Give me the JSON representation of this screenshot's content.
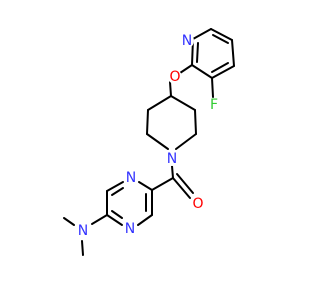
{
  "molecule": {
    "atoms": [
      {
        "symbol": "N",
        "color": "#3333ff"
      },
      {
        "symbol": "O",
        "color": "#ff0000"
      },
      {
        "symbol": "F",
        "color": "#33cc33"
      },
      {
        "symbol": "N",
        "color": "#3333ff"
      },
      {
        "symbol": "O",
        "color": "#ff0000"
      },
      {
        "symbol": "N",
        "color": "#3333ff"
      },
      {
        "symbol": "N",
        "color": "#3333ff"
      },
      {
        "symbol": "N",
        "color": "#3333ff"
      }
    ]
  }
}
